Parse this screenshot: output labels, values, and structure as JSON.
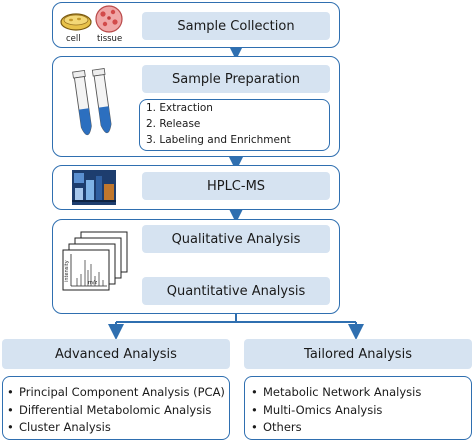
{
  "colors": {
    "frame": "#2f6fb0",
    "box_fill": "#d6e3f1",
    "arrow": "#2f6fb0"
  },
  "stage1": {
    "title": "Sample Collection",
    "icons": [
      {
        "name": "cell-dish-icon",
        "label": "cell"
      },
      {
        "name": "tissue-icon",
        "label": "tissue"
      }
    ]
  },
  "stage2": {
    "title": "Sample Preparation",
    "icon": "test-tubes-icon",
    "steps": [
      "1.  Extraction",
      "2.  Release",
      "3.  Labeling and Enrichment"
    ]
  },
  "stage3": {
    "title": "HPLC-MS",
    "icon": "instrument-photo-icon"
  },
  "stage4": {
    "icon": "mass-spectra-stack-icon",
    "spectrum_axis_y": "intensity",
    "spectrum_axis_x": "m/z",
    "qualitative": "Qualitative Analysis",
    "quantitative": "Quantitative Analysis"
  },
  "advanced": {
    "title": "Advanced Analysis",
    "items": [
      "Principal Component Analysis (PCA)",
      "Differential Metabolomic Analysis",
      "Cluster Analysis"
    ]
  },
  "tailored": {
    "title": "Tailored Analysis",
    "items": [
      "Metabolic Network Analysis",
      "Multi-Omics Analysis",
      "Others"
    ]
  },
  "bullet": "•"
}
